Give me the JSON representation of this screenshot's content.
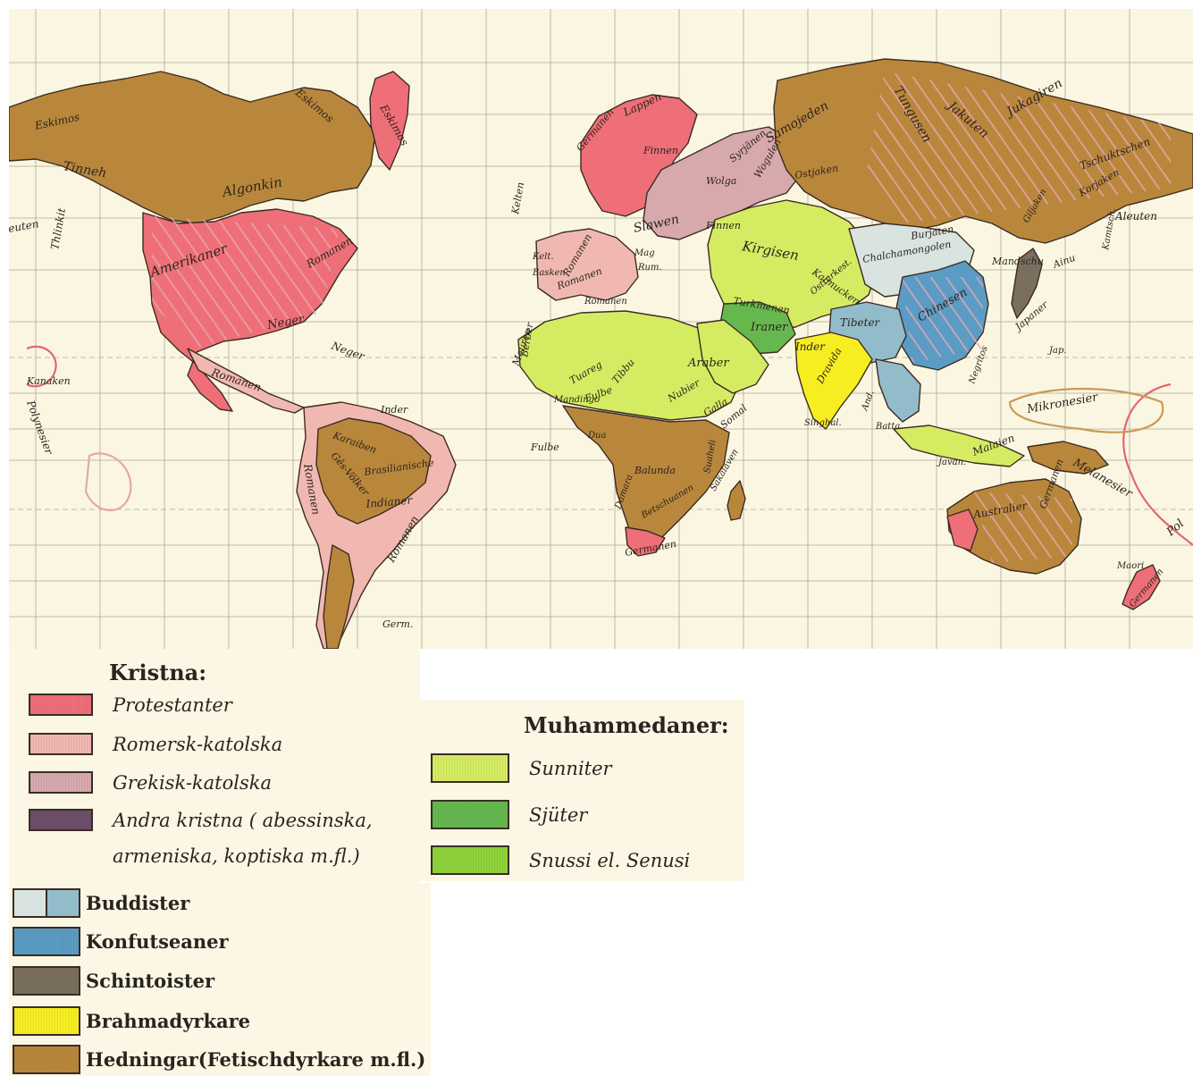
{
  "colors": {
    "protestant": "#ee6f78",
    "catholic": "#f1b8b2",
    "orthodox": "#d7a9ad",
    "other_christian": "#6d4f6b",
    "sunni": "#d5ec62",
    "shia": "#66b84e",
    "senussi": "#8fd33a",
    "buddhist_light": "#d9e3e0",
    "buddhist_dark": "#93bccb",
    "confucian": "#5a9cc4",
    "shinto": "#7a6e5e",
    "brahman": "#f7ee22",
    "pagan": "#b9873c",
    "sea": "#fbf6e2"
  },
  "map": {
    "labels": [
      {
        "id": "eskimos",
        "text": "Eskimos"
      },
      {
        "id": "eskimos2",
        "text": "Eskimos"
      },
      {
        "id": "eskimos3",
        "text": "Eskimos"
      },
      {
        "id": "tinneh",
        "text": "Tinneh"
      },
      {
        "id": "algonkin",
        "text": "Algonkin"
      },
      {
        "id": "thlinkit",
        "text": "Thlinkit"
      },
      {
        "id": "aleuten-w",
        "text": "euten"
      },
      {
        "id": "amerikaner",
        "text": "Amerikaner"
      },
      {
        "id": "romanen-na",
        "text": "Romanen"
      },
      {
        "id": "neger",
        "text": "Neger"
      },
      {
        "id": "neger2",
        "text": "Neger"
      },
      {
        "id": "romanen-ca",
        "text": "Romanen"
      },
      {
        "id": "kanaken",
        "text": "Kanaken"
      },
      {
        "id": "polynesier",
        "text": "Polynesier"
      },
      {
        "id": "inder",
        "text": "Inder"
      },
      {
        "id": "karaiben",
        "text": "Karaiben"
      },
      {
        "id": "brasilianische",
        "text": "Brasilianische"
      },
      {
        "id": "ges-volker",
        "text": "Gês-Völker"
      },
      {
        "id": "indianer",
        "text": "Indianer"
      },
      {
        "id": "romanen-sa",
        "text": "Romanen"
      },
      {
        "id": "romanen-sa2",
        "text": "Romanen"
      },
      {
        "id": "germ",
        "text": "Germ."
      },
      {
        "id": "germanen-n",
        "text": "Germanen"
      },
      {
        "id": "lappen",
        "text": "Lappen"
      },
      {
        "id": "finnen",
        "text": "Finnen"
      },
      {
        "id": "kelten",
        "text": "Kelten"
      },
      {
        "id": "kelt",
        "text": "Kelt."
      },
      {
        "id": "basken",
        "text": "Basken"
      },
      {
        "id": "romanen-eu",
        "text": "Romanen"
      },
      {
        "id": "romanen-eu2",
        "text": "Romanen"
      },
      {
        "id": "romanen-eu3",
        "text": "Romanen"
      },
      {
        "id": "slawen",
        "text": "Slawen"
      },
      {
        "id": "magy",
        "text": "Mag"
      },
      {
        "id": "rum",
        "text": "Rum."
      },
      {
        "id": "syrjanen",
        "text": "Syrjänen"
      },
      {
        "id": "wogulen",
        "text": "Wogulen"
      },
      {
        "id": "wolga",
        "text": "Wolga"
      },
      {
        "id": "finnen2",
        "text": "Finnen"
      },
      {
        "id": "samojeden",
        "text": "Samojeden"
      },
      {
        "id": "tungusen",
        "text": "Tungusen"
      },
      {
        "id": "jakuten",
        "text": "Jakuten"
      },
      {
        "id": "jukagiren",
        "text": "Jukagiren"
      },
      {
        "id": "tschuktschen",
        "text": "Tschuktschen"
      },
      {
        "id": "ostjaken",
        "text": "Ostjaken"
      },
      {
        "id": "kirgisen",
        "text": "Kirgisen"
      },
      {
        "id": "turkmenen",
        "text": "Turkmenen"
      },
      {
        "id": "ostturkest",
        "text": "Ostturkest."
      },
      {
        "id": "kalmucken",
        "text": "Kalmucken"
      },
      {
        "id": "burjaten",
        "text": "Burjaten"
      },
      {
        "id": "chalchamongolen",
        "text": "Chalchamongolen"
      },
      {
        "id": "mandschu",
        "text": "Mandschu"
      },
      {
        "id": "giljaken",
        "text": "Giljaken"
      },
      {
        "id": "korjaken",
        "text": "Korjaken"
      },
      {
        "id": "kamtsch",
        "text": "Kamtsch."
      },
      {
        "id": "ainu",
        "text": "Ainu"
      },
      {
        "id": "aleuten-e",
        "text": "Aleuten"
      },
      {
        "id": "tibeter",
        "text": "Tibeter"
      },
      {
        "id": "chinesen",
        "text": "Chinesen"
      },
      {
        "id": "japaner",
        "text": "Japaner"
      },
      {
        "id": "jap",
        "text": "Jap."
      },
      {
        "id": "inder-as",
        "text": "Inder"
      },
      {
        "id": "dravida",
        "text": "Dravida"
      },
      {
        "id": "singhal",
        "text": "Singhal."
      },
      {
        "id": "and",
        "text": "And."
      },
      {
        "id": "iraner",
        "text": "Iraner"
      },
      {
        "id": "araber",
        "text": "Araber"
      },
      {
        "id": "berber",
        "text": "Berber"
      },
      {
        "id": "mauren",
        "text": "Mauren"
      },
      {
        "id": "tuareg",
        "text": "Tuareg"
      },
      {
        "id": "tibbu",
        "text": "Tibbu"
      },
      {
        "id": "fulbe",
        "text": "Fulbe"
      },
      {
        "id": "fulbe2",
        "text": "Fulbe"
      },
      {
        "id": "mandingo",
        "text": "Mandingo"
      },
      {
        "id": "nubier",
        "text": "Nubier"
      },
      {
        "id": "galla",
        "text": "Galla"
      },
      {
        "id": "somal",
        "text": "Somal"
      },
      {
        "id": "dualla",
        "text": "Dua"
      },
      {
        "id": "balunda",
        "text": "Balunda"
      },
      {
        "id": "suaheli",
        "text": "Suaheli"
      },
      {
        "id": "sakalaven",
        "text": "Sakalaven"
      },
      {
        "id": "damara",
        "text": "Damara"
      },
      {
        "id": "betschuanen",
        "text": "Betschuanen"
      },
      {
        "id": "germanen-af",
        "text": "Germanen"
      },
      {
        "id": "batta",
        "text": "Batta"
      },
      {
        "id": "javan",
        "text": "Javan."
      },
      {
        "id": "malaien",
        "text": "Malaien"
      },
      {
        "id": "negritos",
        "text": "Negritos"
      },
      {
        "id": "mikronesier",
        "text": "Mikronesier"
      },
      {
        "id": "melanesier",
        "text": "Melanesier"
      },
      {
        "id": "australier",
        "text": "Australier"
      },
      {
        "id": "germanen-au",
        "text": "Germanen"
      },
      {
        "id": "germanen-nz",
        "text": "Germanen"
      },
      {
        "id": "maori",
        "text": "Maori"
      },
      {
        "id": "polynesier-e",
        "text": "Pol"
      }
    ]
  },
  "legend": {
    "christian": {
      "title": "Kristna:",
      "items": [
        {
          "key": "protestant",
          "label": "Protestanter"
        },
        {
          "key": "catholic",
          "label": "Romersk-katolska"
        },
        {
          "key": "orthodox",
          "label": "Grekisk-katolska"
        },
        {
          "key": "other_christian",
          "label": "Andra kristna ( abessinska,"
        }
      ],
      "continuation": "armeniska, koptiska m.fl.)"
    },
    "muslim": {
      "title": "Muhammedaner:",
      "items": [
        {
          "key": "sunni",
          "label": "Sunniter"
        },
        {
          "key": "shia",
          "label": "Sjüter"
        },
        {
          "key": "senussi",
          "label": "Snussi el. Senusi"
        }
      ]
    },
    "other": {
      "items": [
        {
          "key": "buddhist",
          "label": "Buddister"
        },
        {
          "key": "confucian",
          "label": "Konfutseaner"
        },
        {
          "key": "shinto",
          "label": "Schintoister"
        },
        {
          "key": "brahman",
          "label": "Brahmadyrkare"
        },
        {
          "key": "pagan",
          "label": "Hedningar(Fetischdyrkare m.fl.)"
        }
      ]
    }
  }
}
